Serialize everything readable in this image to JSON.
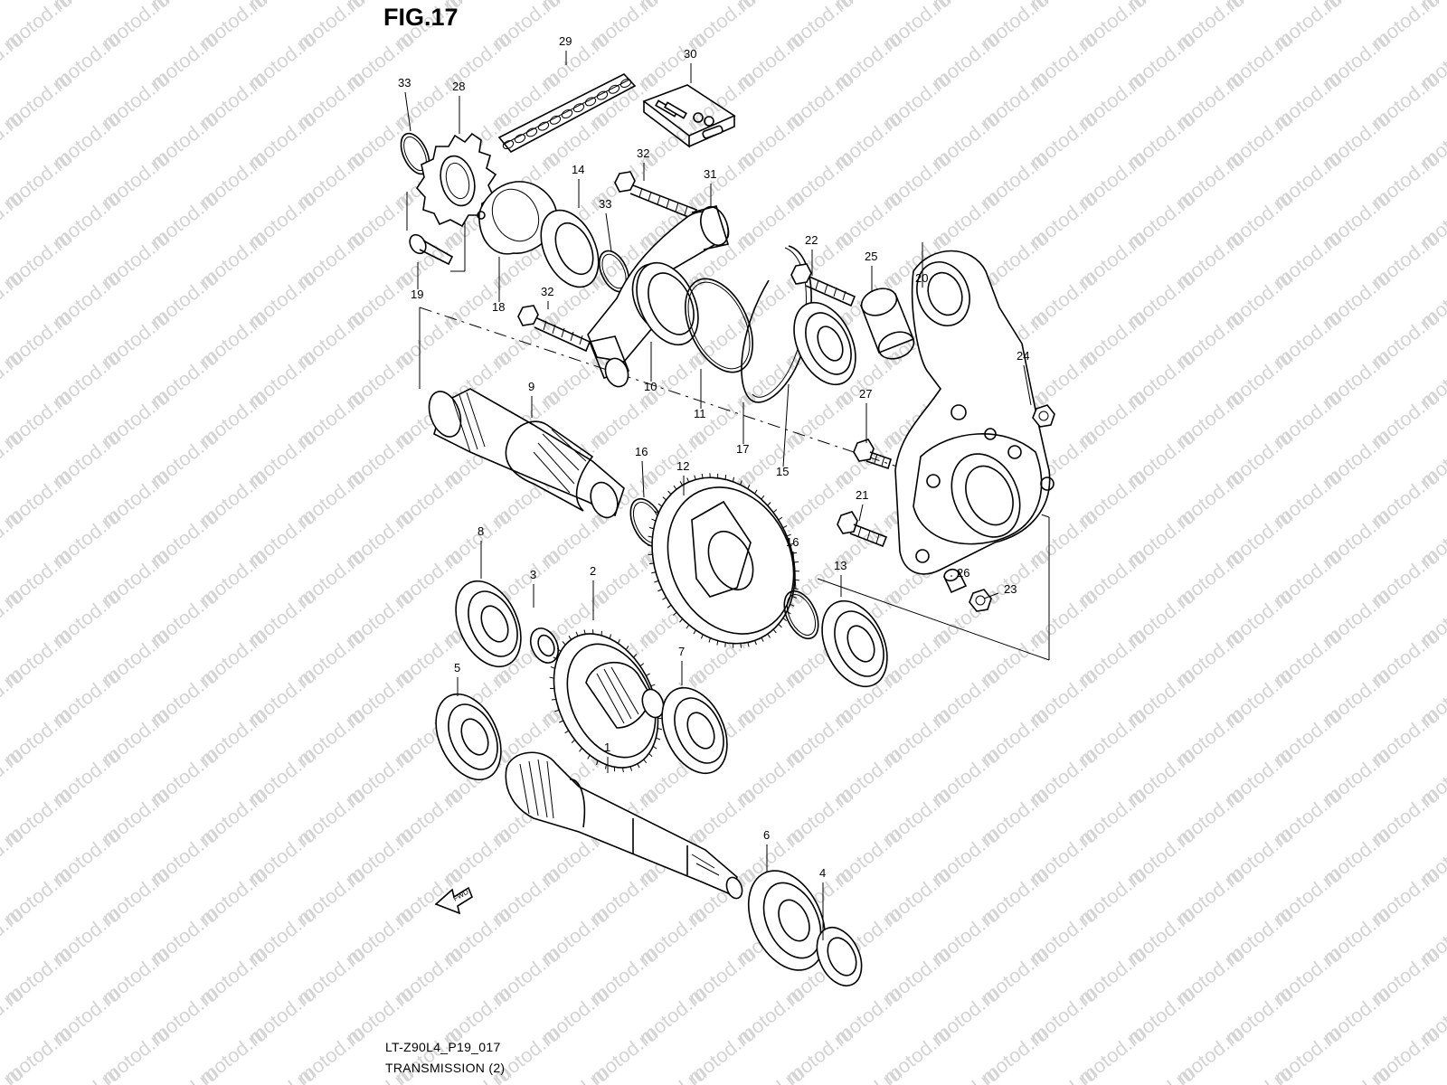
{
  "figure_title": "FIG.17",
  "footer": {
    "code": "LT-Z90L4_P19_017",
    "title": "TRANSMISSION (2)"
  },
  "watermark": "motod.ru",
  "direction_label": "FWD",
  "callouts": [
    "1",
    "2",
    "3",
    "4",
    "5",
    "6",
    "7",
    "8",
    "9",
    "10",
    "11",
    "12",
    "13",
    "14",
    "15",
    "16",
    "16",
    "17",
    "18",
    "19",
    "20",
    "21",
    "22",
    "23",
    "24",
    "25",
    "26",
    "27",
    "28",
    "29",
    "30",
    "31",
    "32",
    "32",
    "33",
    "33"
  ]
}
